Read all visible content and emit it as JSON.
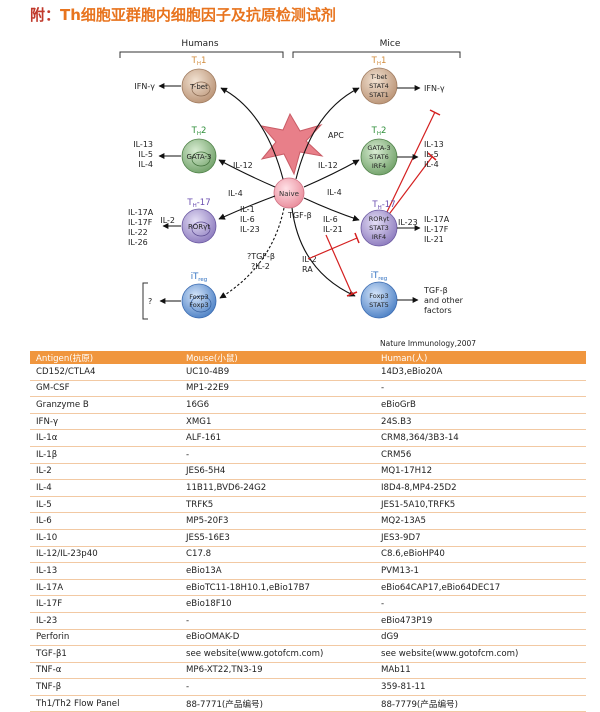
{
  "page": {
    "title_prefix": "附：",
    "title_main": "Th细胞亚群胞内细胞因子及抗原检测试剂"
  },
  "diagram": {
    "header_left": "Humans",
    "header_right": "Mice",
    "citation": "Nature Immunology,2007",
    "naive_label": "Naive",
    "apc_label": "APC",
    "left_cells": [
      {
        "name_main": "T",
        "name_sub": "H",
        "name_tail": "1",
        "factors": [
          "T-bet"
        ],
        "outputs": [
          "IFN-γ"
        ],
        "inducers": [
          "IL-12"
        ],
        "color": "#c8a88a",
        "name_color": "#d18b3b"
      },
      {
        "name_main": "T",
        "name_sub": "H",
        "name_tail": "2",
        "factors": [
          "GATA-3"
        ],
        "outputs": [
          "IL-13",
          "IL-5",
          "IL-4"
        ],
        "inducers": [
          "IL-4"
        ],
        "color": "#7fae7a",
        "name_color": "#2f8f3a"
      },
      {
        "name_main": "T",
        "name_sub": "H",
        "name_tail": "-17",
        "factors": [
          "RORγt"
        ],
        "outputs": [
          "IL-17A",
          "IL-17F",
          "IL-22",
          "IL-26"
        ],
        "extra_output": "IL-2",
        "inducers": [
          "IL-1",
          "IL-6",
          "IL-23"
        ],
        "color": "#9b8ac8",
        "name_color": "#6b4fb0"
      },
      {
        "name_main": "iT",
        "name_sub": "reg",
        "name_tail": "",
        "factors": [
          "Foxp3",
          "Foxp3"
        ],
        "outputs": [
          "?"
        ],
        "inducers": [
          "?TGF-β",
          "?IL-2"
        ],
        "color": "#5b8fd0",
        "name_color": "#2f6fc0"
      }
    ],
    "right_cells": [
      {
        "name_main": "T",
        "name_sub": "H",
        "name_tail": "1",
        "factors": [
          "T-bet",
          "STAT4",
          "STAT1"
        ],
        "outputs": [
          "IFN-γ"
        ],
        "inducers": [
          "IL-12"
        ],
        "color": "#c8a88a",
        "name_color": "#d18b3b"
      },
      {
        "name_main": "T",
        "name_sub": "H",
        "name_tail": "2",
        "factors": [
          "GATA-3",
          "STAT6",
          "IRF4"
        ],
        "outputs": [
          "IL-13",
          "IL-5",
          "IL-4"
        ],
        "inducers": [
          "IL-4"
        ],
        "color": "#7fae7a",
        "name_color": "#2f8f3a"
      },
      {
        "name_main": "T",
        "name_sub": "H",
        "name_tail": "-17",
        "factors": [
          "RORγt",
          "STAT3",
          "IRF4"
        ],
        "outputs": [
          "IL-17A",
          "IL-17F",
          "IL-21"
        ],
        "extra_output": "IL-23",
        "inducers": [
          "IL-6",
          "IL-21"
        ],
        "color": "#9b8ac8",
        "name_color": "#6b4fb0"
      },
      {
        "name_main": "iT",
        "name_sub": "reg",
        "name_tail": "",
        "factors": [
          "Foxp3",
          "STAT5"
        ],
        "outputs": [
          "TGF-β",
          "and other",
          "factors"
        ],
        "inducers": [
          "IL-2",
          "RA"
        ],
        "color": "#5b8fd0",
        "name_color": "#2f6fc0"
      }
    ],
    "center_inducer": "TGF-β"
  },
  "table": {
    "headers": [
      "Antigen(抗原)",
      "Mouse(小鼠)",
      "Human(人)"
    ],
    "rows": [
      [
        "CD152/CTLA4",
        "UC10-4B9",
        "14D3,eBio20A"
      ],
      [
        "GM-CSF",
        "MP1-22E9",
        "-"
      ],
      [
        "Granzyme B",
        "16G6",
        "eBioGrB"
      ],
      [
        "IFN-γ",
        "XMG1",
        "24S.B3"
      ],
      [
        "IL-1α",
        "ALF-161",
        "CRM8,364/3B3-14"
      ],
      [
        "IL-1β",
        "-",
        "CRM56"
      ],
      [
        "IL-2",
        "JES6-5H4",
        "MQ1-17H12"
      ],
      [
        "IL-4",
        "11B11,BVD6-24G2",
        "I8D4-8,MP4-25D2"
      ],
      [
        "IL-5",
        "TRFK5",
        "JES1-5A10,TRFK5"
      ],
      [
        "IL-6",
        "MP5-20F3",
        "MQ2-13A5"
      ],
      [
        "IL-10",
        "JES5-16E3",
        "JES3-9D7"
      ],
      [
        "IL-12/IL-23p40",
        "C17.8",
        "C8.6,eBioHP40"
      ],
      [
        "IL-13",
        "eBio13A",
        "PVM13-1"
      ],
      [
        "IL-17A",
        "eBioTC11-18H10.1,eBio17B7",
        "eBio64CAP17,eBio64DEC17"
      ],
      [
        "IL-17F",
        "eBio18F10",
        "-"
      ],
      [
        "IL-23",
        "-",
        "eBio473P19"
      ],
      [
        "Perforin",
        "eBioOMAK-D",
        "dG9"
      ],
      [
        "TGF-β1",
        "see website(www.gotofcm.com)",
        "see website(www.gotofcm.com)"
      ],
      [
        "TNF-α",
        "MP6-XT22,TN3-19",
        "MAb11"
      ],
      [
        "TNF-β",
        "-",
        "359-81-11"
      ],
      [
        "Th1/Th2 Flow Panel",
        "88-7771(产品编号)",
        "88-7779(产品编号)"
      ]
    ]
  }
}
